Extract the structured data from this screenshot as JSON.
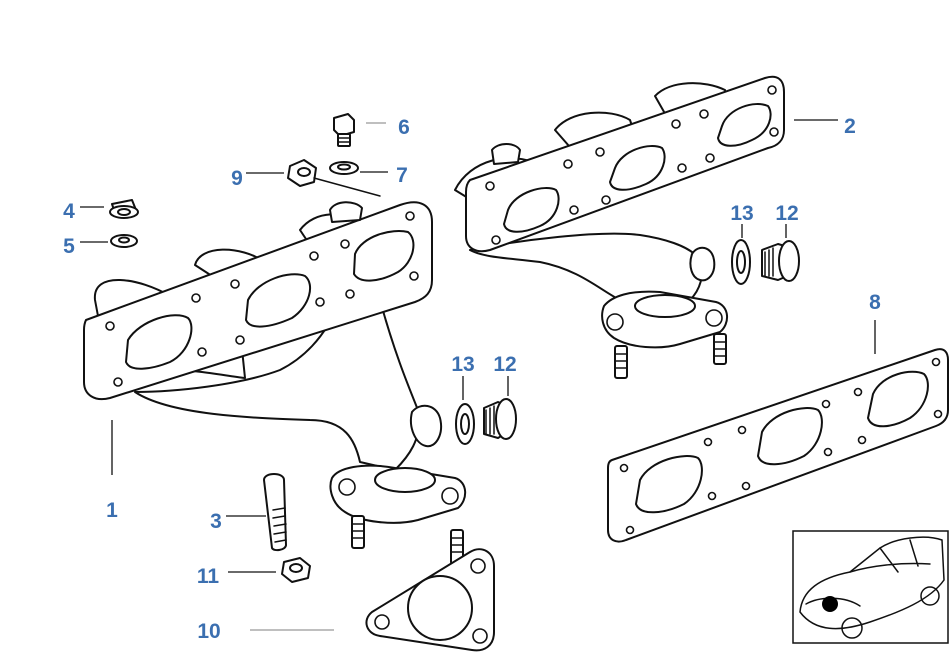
{
  "labels": {
    "l1": "1",
    "l2": "2",
    "l3": "3",
    "l4": "4",
    "l5": "5",
    "l6": "6",
    "l7": "7",
    "l8": "8",
    "l9": "9",
    "l10": "10",
    "l11": "11",
    "l12a": "12",
    "l13a": "13",
    "l12b": "12",
    "l13b": "13"
  },
  "colors": {
    "label": "#3b6fb0",
    "line": "#111111"
  }
}
